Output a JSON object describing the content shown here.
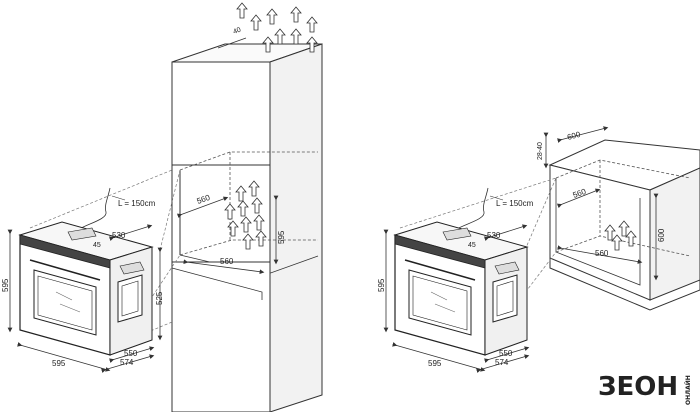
{
  "left_diagram": {
    "cable_label": "L = 150cm",
    "oven_height": "595",
    "oven_width": "595",
    "oven_depth_top": "530",
    "oven_angle_dim": "45",
    "oven_panel_height": "525",
    "oven_depth_bottom_1": "550",
    "oven_depth_bottom_2": "574",
    "niche_depth": "560",
    "niche_width": "560",
    "niche_height": "595",
    "vent_gap": "40"
  },
  "right_diagram": {
    "cable_label": "L = 150cm",
    "oven_height": "595",
    "oven_width": "595",
    "oven_depth_top": "530",
    "oven_angle_dim": "45",
    "oven_depth_bottom_1": "550",
    "oven_depth_bottom_2": "574",
    "cabinet_depth": "600",
    "vent_gap": "28-40",
    "niche_depth": "560",
    "niche_width": "560",
    "niche_height": "600"
  },
  "logo": {
    "main": "ЗЕОН",
    "sub": "ОНЛАЙН"
  },
  "colors": {
    "line": "#333333",
    "dashed": "#555555",
    "shade": "#e6e6e6"
  }
}
